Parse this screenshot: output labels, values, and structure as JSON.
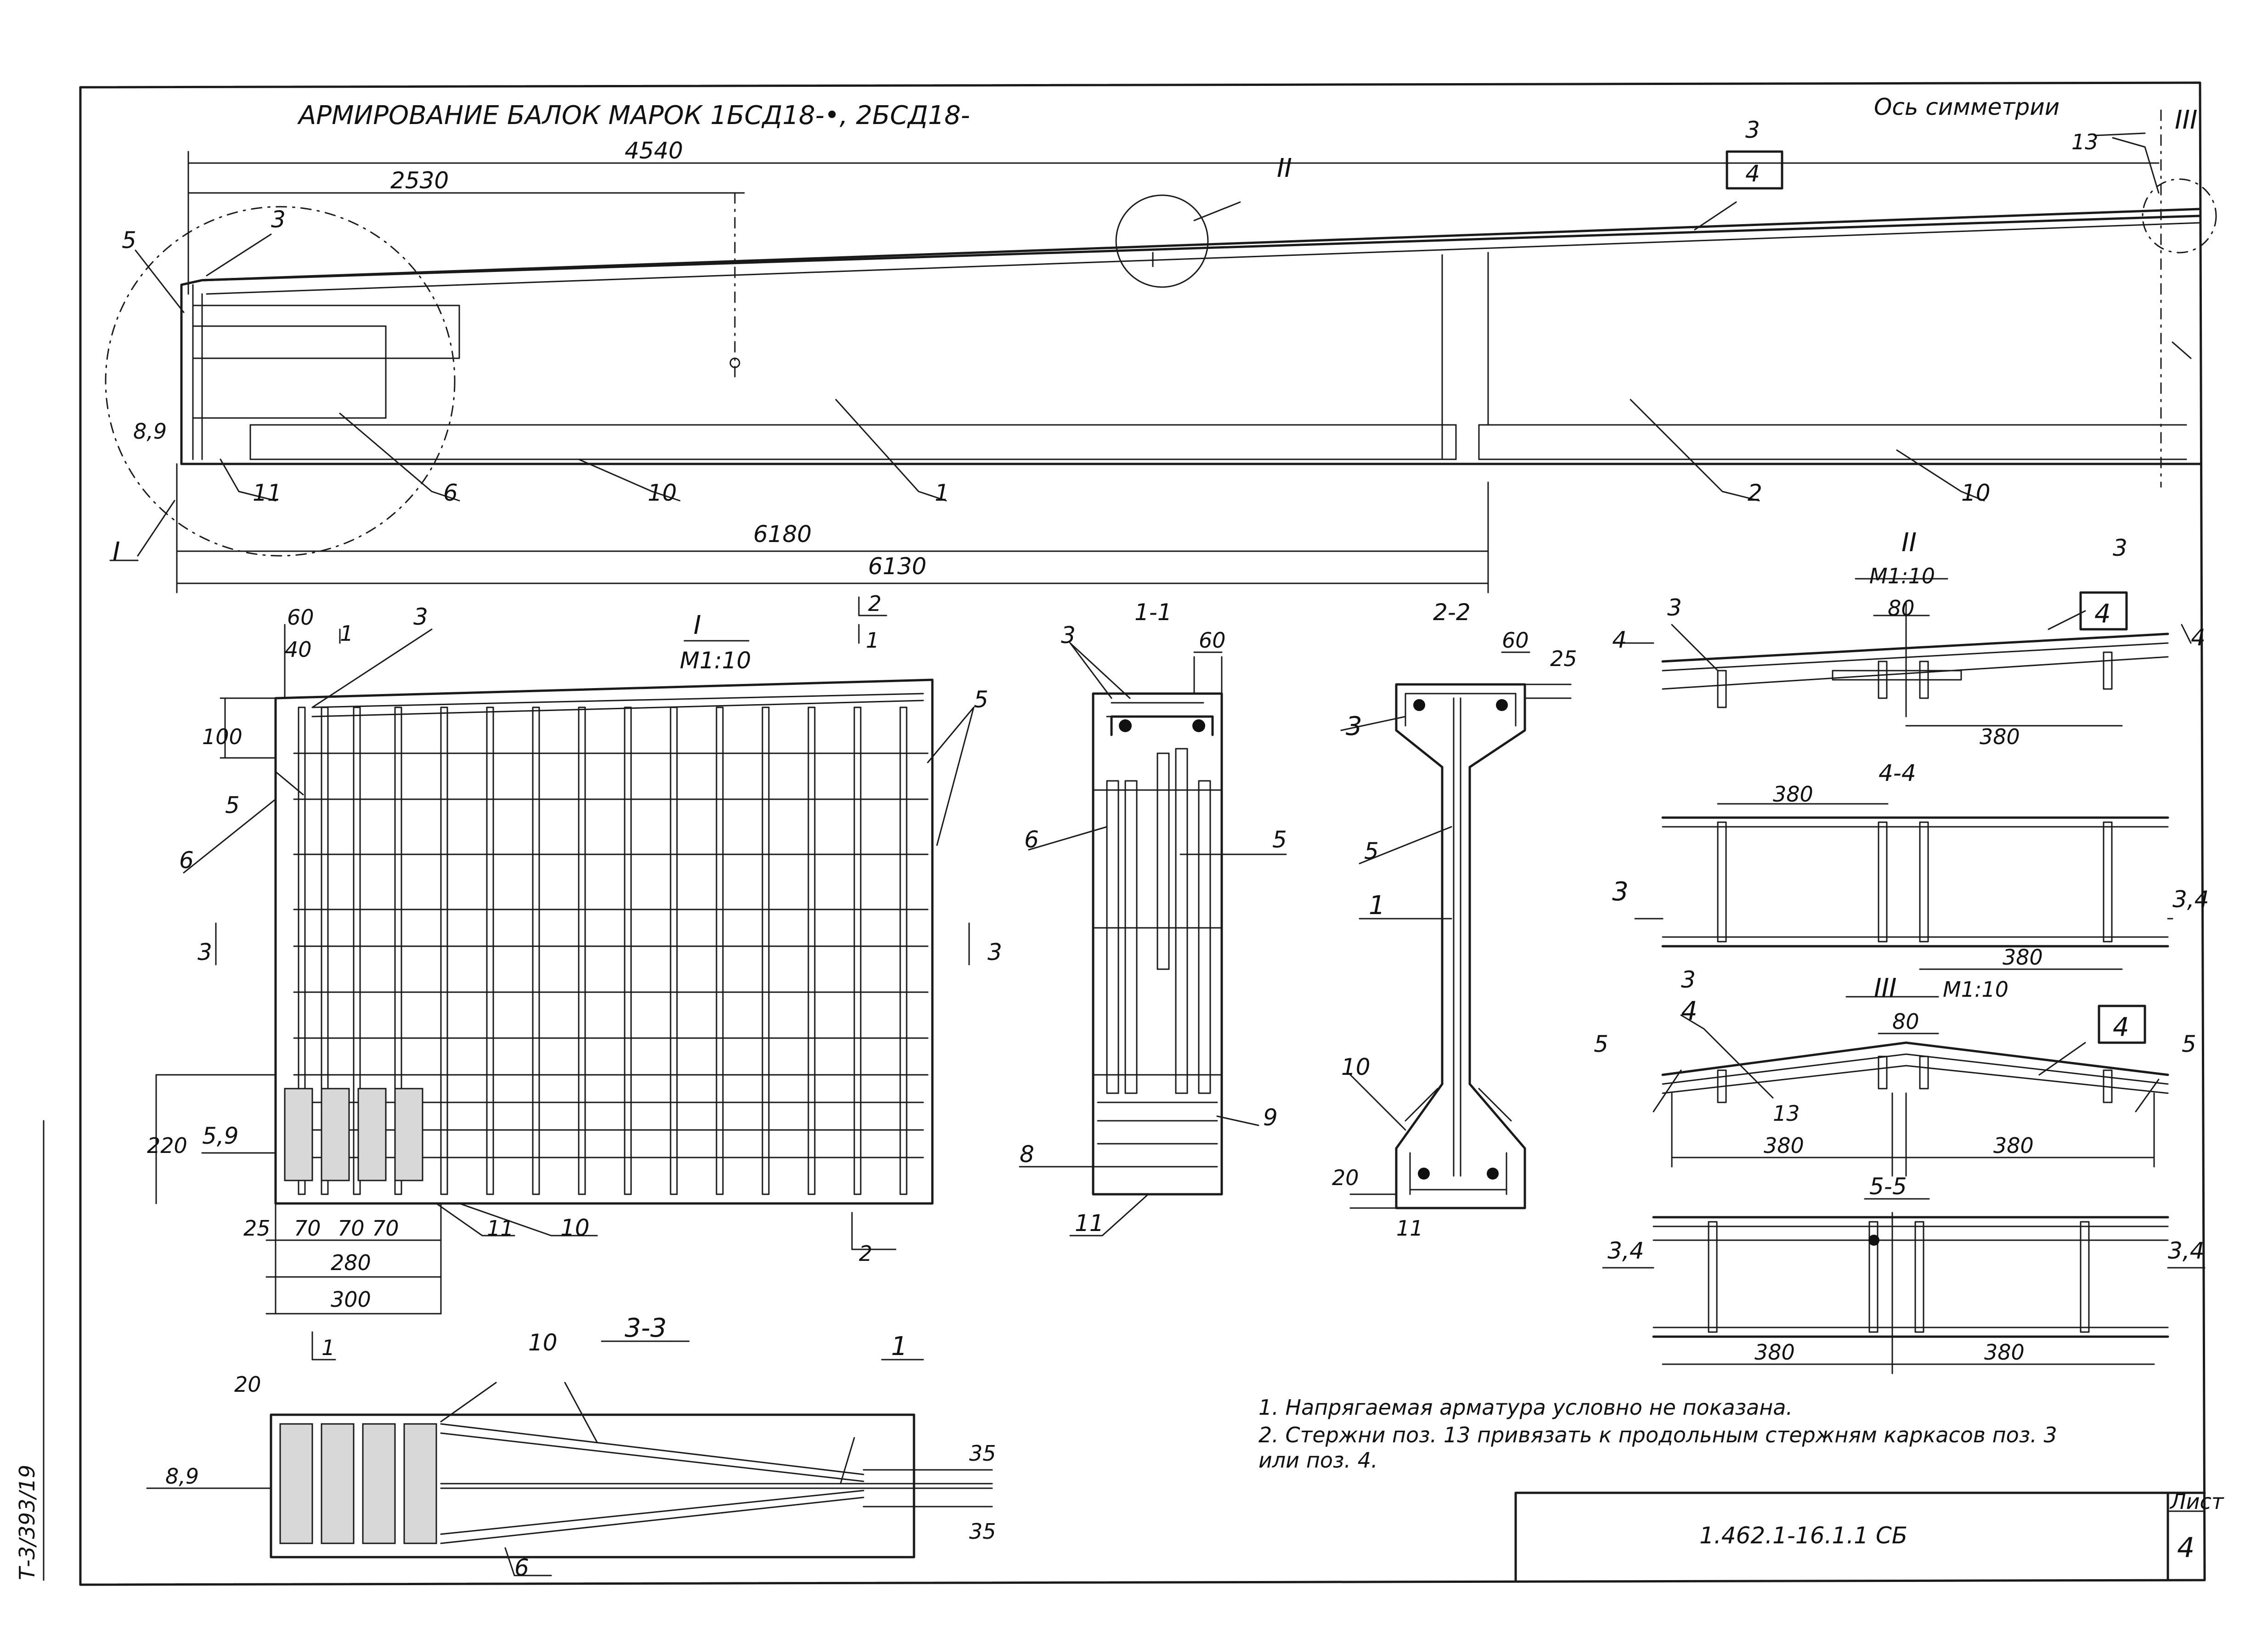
{
  "drawing": {
    "title": "АРМИРОВАНИЕ БАЛОК МАРОК 1БСД18-•, 2БСД18-",
    "symmetry_axis": "Ось симметрии",
    "callouts": {
      "I": "I",
      "II": "II",
      "III": "III",
      "p1": "1",
      "p2": "2",
      "p3": "3",
      "p4": "4",
      "p5": "5",
      "p6": "6",
      "p8": "8",
      "p9": "9",
      "p10": "10",
      "p11": "11",
      "p13": "13",
      "p89": "8,9",
      "p59": "5,9",
      "p34": "3,4",
      "p80": "8,9"
    },
    "dims": {
      "d4540": "4540",
      "d2530": "2530",
      "d6180": "6180",
      "d6130": "6130",
      "d60": "60",
      "d40": "40",
      "d100": "100",
      "d220": "220",
      "d25": "25",
      "d70": "70",
      "d280": "280",
      "d300": "300",
      "d20": "20",
      "d380": "380",
      "d80": "80",
      "d35": "35"
    },
    "views": {
      "view_I": "I",
      "scale_I": "М1:10",
      "view_II": "II",
      "scale_II": "М1:10",
      "view_III": "III",
      "scale_III": "М1:10",
      "sec_11": "1-1",
      "sec_22": "2-2",
      "sec_33": "3-3",
      "sec_44": "4-4",
      "sec_55": "5-5"
    },
    "notes": [
      "1.  Напрягаемая арматура условно не показана.",
      "2.  Стержни поз. 13 привязать к продольным стержням каркасов поз. 3",
      "     или поз. 4."
    ],
    "stamp": {
      "code": "1.462.1-16.1.1 СБ",
      "sheet_label": "Лист",
      "sheet_number": "4"
    },
    "side_inventory": "Т-3/393/19"
  }
}
